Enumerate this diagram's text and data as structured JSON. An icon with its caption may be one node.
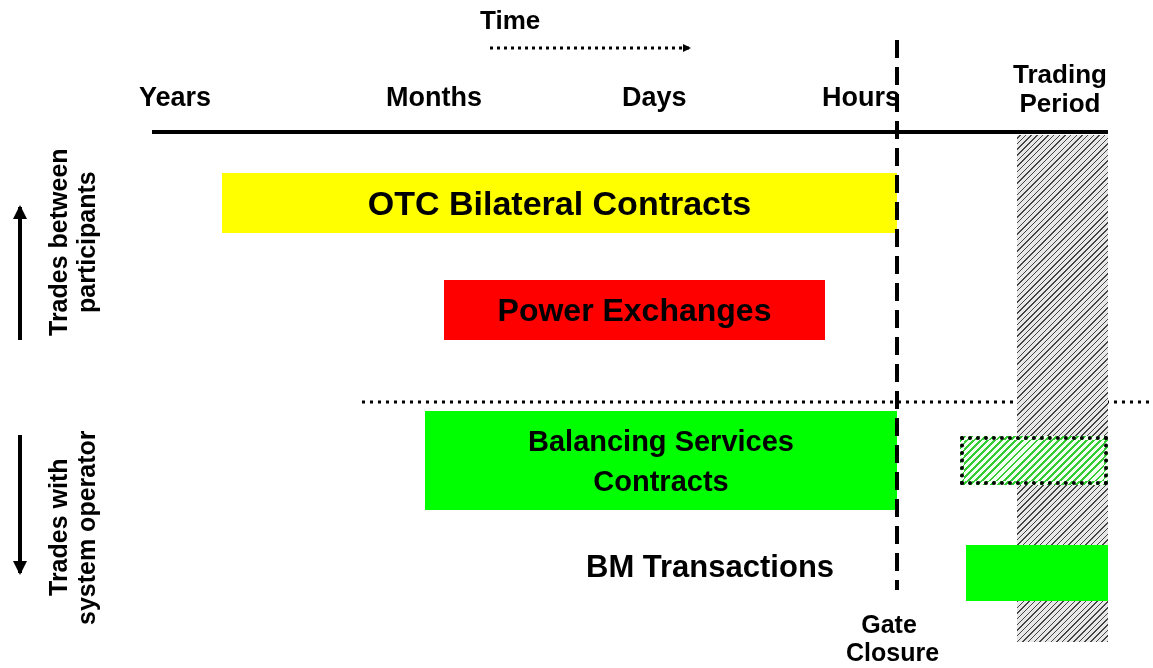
{
  "diagram": {
    "nodes": [
      {
        "text": [
          "Trading Period"
        ]
      },
      {
        "text": [
          "OTC Bilateral Contracts"
        ]
      },
      {
        "text": [
          "Power Exchanges"
        ]
      },
      {
        "text": [
          "Balancing Services Contracts"
        ]
      },
      {
        "text": [],
        "shape": "box"
      },
      {
        "text": [],
        "shape": "bar"
      }
    ],
    "labels": [
      "Time",
      "Years",
      "Months",
      "Days",
      "Hours",
      "Gate Closure",
      "Trades between participants",
      "Trades with system operator",
      "BM Transactions"
    ]
  }
}
